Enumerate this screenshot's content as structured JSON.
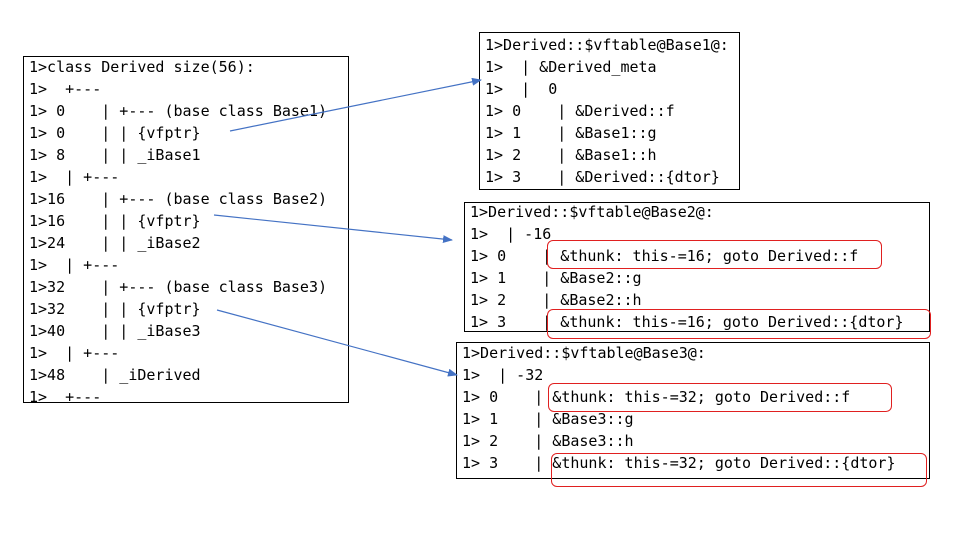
{
  "class_layout": {
    "lines": [
      "1>class Derived size(56):",
      "1>  +---",
      "1> 0    | +--- (base class Base1)",
      "1> 0    | | {vfptr}",
      "1> 8    | | _iBase1",
      "1>  | +---",
      "1>16    | +--- (base class Base2)",
      "1>16    | | {vfptr}",
      "1>24    | | _iBase2",
      "1>  | +---",
      "1>32    | +--- (base class Base3)",
      "1>32    | | {vfptr}",
      "1>40    | | _iBase3",
      "1>  | +---",
      "1>48    | _iDerived",
      "1>  +---"
    ]
  },
  "vftable_base1": {
    "lines": [
      "1>Derived::$vftable@Base1@:",
      "1>  | &Derived_meta",
      "1>  |  0",
      "1> 0    | &Derived::f",
      "1> 1    | &Base1::g",
      "1> 2    | &Base1::h",
      "1> 3    | &Derived::{dtor}"
    ]
  },
  "vftable_base2": {
    "lines": [
      "1>Derived::$vftable@Base2@:",
      "1>  | -16",
      "1> 0    | &thunk: this-=16; goto Derived::f",
      "1> 1    | &Base2::g",
      "1> 2    | &Base2::h",
      "1> 3    | &thunk: this-=16; goto Derived::{dtor}"
    ]
  },
  "vftable_base3": {
    "lines": [
      "1>Derived::$vftable@Base3@:",
      "1>  | -32",
      "1> 0    | &thunk: this-=32; goto Derived::f",
      "1> 1    | &Base3::g",
      "1> 2    | &Base3::h",
      "1> 3    | &thunk: this-=32; goto Derived::{dtor}"
    ]
  },
  "colors": {
    "arrow": "#4472c4",
    "highlight": "#e02020",
    "border": "#000000"
  }
}
